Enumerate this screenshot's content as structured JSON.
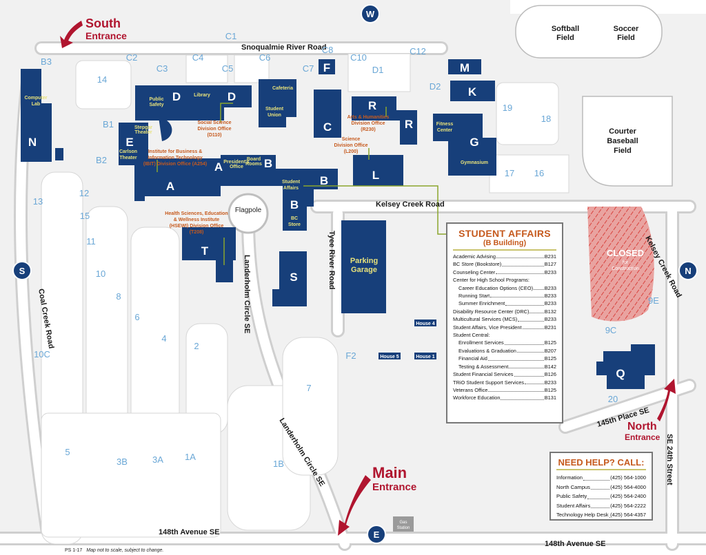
{
  "roads": {
    "snoqualmie": "Snoqualmie River Road",
    "kelsey": "Kelsey Creek Road",
    "kelsey_east": "Kelsey Creek Road",
    "tyee": "Tyee River Road",
    "landerholm_n": "Landerholm Circle SE",
    "landerholm_s": "Landerholm Circle SE",
    "coal": "Coal Creek Road",
    "ave148_w": "148th Avenue SE",
    "ave148_e": "148th Avenue SE",
    "place145": "145th Place SE",
    "street24": "SE 24th Street"
  },
  "compass": {
    "north": "N",
    "south": "S",
    "east": "E",
    "west": "W"
  },
  "entrances": {
    "south_1": "South",
    "south_2": "Entrance",
    "main_1": "Main",
    "main_2": "Entrance",
    "north_1": "North",
    "north_2": "Entrance"
  },
  "fields": {
    "softball_1": "Softball",
    "softball_2": "Field",
    "soccer_1": "Soccer",
    "soccer_2": "Field",
    "baseball_1": "Courter",
    "baseball_2": "Baseball",
    "baseball_3": "Field"
  },
  "closed": {
    "label": "CLOSED",
    "sub_1": "for",
    "sub_2": "Construction"
  },
  "landmarks": {
    "flagpole": "Flagpole",
    "garage_1": "Parking",
    "garage_2": "Garage",
    "gas_1": "Gas",
    "gas_2": "Station",
    "house4": "House 4",
    "house5": "House 5",
    "house1": "House 1"
  },
  "buildings": {
    "A": "A",
    "A2": "A",
    "B": "B",
    "B2": "B",
    "B3": "B",
    "C": "C",
    "D": "D",
    "D2": "D",
    "E": "E",
    "F": "F",
    "G": "G",
    "K": "K",
    "L": "L",
    "M": "M",
    "N": "N",
    "Q": "Q",
    "R": "R",
    "R2": "R",
    "S": "S",
    "T": "T"
  },
  "building_names": {
    "computer_lab_1": "Computer",
    "computer_lab_2": "Lab",
    "library": "Library",
    "public_safety_1": "Public",
    "public_safety_2": "Safety",
    "cafeteria": "Cafeteria",
    "student_union_1": "Student",
    "student_union_2": "Union",
    "stepgar_1": "Stepgar",
    "stepgar_2": "Theater",
    "carlson_1": "Carlson",
    "carlson_2": "Theater",
    "presidents_1": "President's",
    "presidents_2": "Office",
    "board_1": "Board",
    "board_2": "Rooms",
    "student_affairs_1": "Student",
    "student_affairs_2": "Affairs",
    "bc_store_1": "BC",
    "bc_store_2": "Store",
    "fitness_1": "Fitness",
    "fitness_2": "Center",
    "gymnasium": "Gymnasium"
  },
  "offices": {
    "ss_1": "Social Science",
    "ss_2": "Division Office",
    "ss_3": "(D110)",
    "ah_1": "Arts & Humanities",
    "ah_2": "Division Office",
    "ah_3": "(R230)",
    "sci_1": "Science",
    "sci_2": "Division Office",
    "sci_3": "(L200)",
    "ibit_1": "Institute for Business &",
    "ibit_2": "Information Technology",
    "ibit_3": "(IBIT) Division Office (A254)",
    "hs_1": "Health Sciences, Education",
    "hs_2": "& Wellness Institute",
    "hs_3": "(HSEWI) Division Office",
    "hs_4": "(T208)"
  },
  "lots": {
    "C1": "C1",
    "C2": "C2",
    "C3": "C3",
    "C4": "C4",
    "C5": "C5",
    "C6": "C6",
    "C7": "C7",
    "C8": "C8",
    "C10": "C10",
    "C12": "C12",
    "D1": "D1",
    "D2": "D2",
    "B1": "B1",
    "B2": "B2",
    "B3": "B3",
    "l14": "14",
    "l13": "13",
    "l12": "12",
    "l15": "15",
    "l11": "11",
    "l10": "10",
    "l8": "8",
    "l6": "6",
    "l4": "4",
    "l2": "2",
    "l10C": "10C",
    "l5": "5",
    "l3B": "3B",
    "l3A": "3A",
    "l1A": "1A",
    "l1B": "1B",
    "l7": "7",
    "l19": "19",
    "l18": "18",
    "l17": "17",
    "l16": "16",
    "l9E": "9E",
    "l9C": "9C",
    "l20": "20",
    "F2": "F2"
  },
  "student_affairs": {
    "title": "STUDENT AFFAIRS",
    "subtitle": "(B Building)",
    "rows": [
      {
        "name": "Academic Advising",
        "room": "B231",
        "indent": false
      },
      {
        "name": "BC Store (Bookstore)",
        "room": "B127",
        "indent": false
      },
      {
        "name": "Counseling Center",
        "room": "B233",
        "indent": false
      },
      {
        "name": "Center for High School Programs:",
        "room": "",
        "indent": false
      },
      {
        "name": "Career Education Options (CEO)",
        "room": "B233",
        "indent": true
      },
      {
        "name": "Running Start",
        "room": "B233",
        "indent": true
      },
      {
        "name": "Summer Enrichment",
        "room": "B233",
        "indent": true
      },
      {
        "name": "Disability Resource Center (DRC)",
        "room": "B132",
        "indent": false
      },
      {
        "name": "Multicultural Services (MCS)",
        "room": "B233",
        "indent": false
      },
      {
        "name": "Student Affairs, Vice President",
        "room": "B231",
        "indent": false
      },
      {
        "name": "Student Central:",
        "room": "",
        "indent": false
      },
      {
        "name": "Enrollment Services",
        "room": "B125",
        "indent": true
      },
      {
        "name": "Evaluations & Graduation",
        "room": "B207",
        "indent": true
      },
      {
        "name": "Financial Aid",
        "room": "B125",
        "indent": true
      },
      {
        "name": "Testing & Assessment",
        "room": "B142",
        "indent": true
      },
      {
        "name": "Student Financial Services",
        "room": "B126",
        "indent": false
      },
      {
        "name": "TRiO Student Support Services",
        "room": "B233",
        "indent": false
      },
      {
        "name": "Veterans Office",
        "room": "B125",
        "indent": false
      },
      {
        "name": "Workforce Education",
        "room": "B131",
        "indent": false
      }
    ]
  },
  "help": {
    "title": "NEED HELP? CALL:",
    "rows": [
      {
        "name": "Information",
        "phone": "(425) 564-1000"
      },
      {
        "name": "North Campus",
        "phone": "(425) 564-4000"
      },
      {
        "name": "Public Safety",
        "phone": "(425) 564-2400"
      },
      {
        "name": "Student Affairs",
        "phone": "(425) 564-2222"
      },
      {
        "name": "Technology Help Desk",
        "phone": "(425) 564-4357"
      }
    ]
  },
  "footer": {
    "code": "PS 1-17",
    "note": "Map not to scale, subject to change."
  },
  "colors": {
    "building": "#173f7a",
    "road": "#e8e8e8",
    "accent": "#b0152f",
    "office": "#c65a1e"
  }
}
